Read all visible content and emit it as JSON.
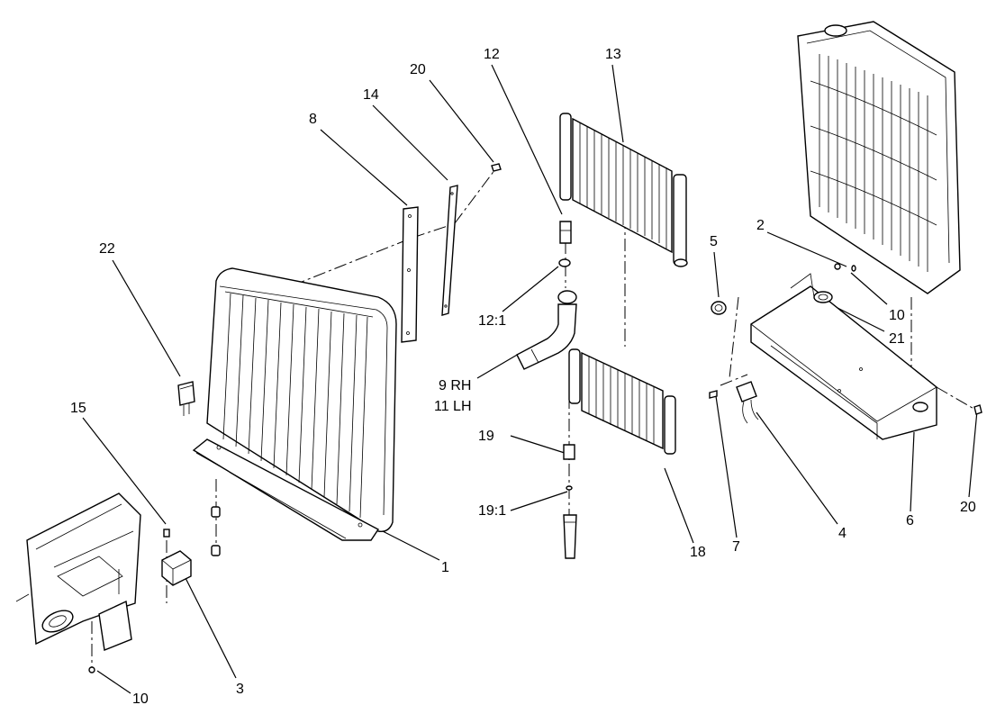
{
  "diagram": {
    "callouts": [
      {
        "id": "c-1",
        "label": "1"
      },
      {
        "id": "c-2",
        "label": "2"
      },
      {
        "id": "c-3",
        "label": "3"
      },
      {
        "id": "c-4",
        "label": "4"
      },
      {
        "id": "c-5",
        "label": "5"
      },
      {
        "id": "c-6",
        "label": "6"
      },
      {
        "id": "c-7",
        "label": "7"
      },
      {
        "id": "c-8",
        "label": "8"
      },
      {
        "id": "c-9rh",
        "label": "9 RH"
      },
      {
        "id": "c-10a",
        "label": "10"
      },
      {
        "id": "c-10b",
        "label": "10"
      },
      {
        "id": "c-11lh",
        "label": "11 LH"
      },
      {
        "id": "c-12",
        "label": "12"
      },
      {
        "id": "c-12-1",
        "label": "12:1"
      },
      {
        "id": "c-13",
        "label": "13"
      },
      {
        "id": "c-14",
        "label": "14"
      },
      {
        "id": "c-15",
        "label": "15"
      },
      {
        "id": "c-18",
        "label": "18"
      },
      {
        "id": "c-19",
        "label": "19"
      },
      {
        "id": "c-19-1",
        "label": "19:1"
      },
      {
        "id": "c-20a",
        "label": "20"
      },
      {
        "id": "c-20b",
        "label": "20"
      },
      {
        "id": "c-21",
        "label": "21"
      },
      {
        "id": "c-22",
        "label": "22"
      }
    ]
  }
}
